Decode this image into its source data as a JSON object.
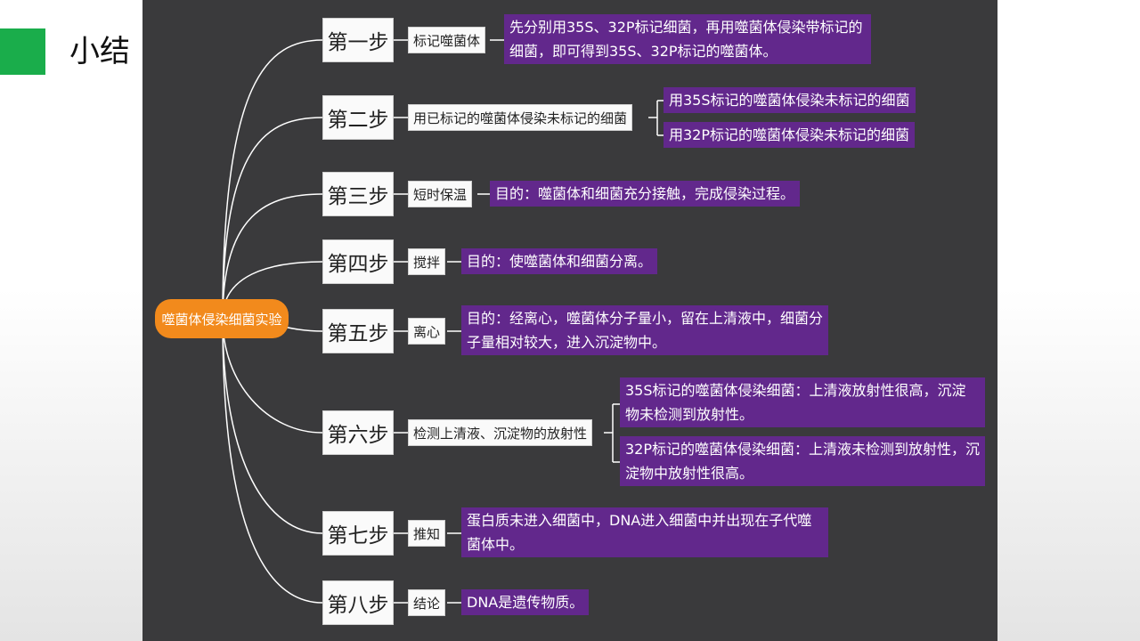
{
  "slide_title": "小结",
  "colors": {
    "accent_green": "#1aad4b",
    "root_orange": "#f28a1c",
    "note_purple": "#62288c",
    "panel": "#3a3a3c"
  },
  "mindmap": {
    "root": "噬菌体侵染细菌实验",
    "steps": [
      {
        "label": "第一步",
        "action": "标记噬菌体",
        "notes": [
          "先分别用35S、32P标记细菌，再用噬菌体侵染带标记的细菌，即可得到35S、32P标记的噬菌体。"
        ]
      },
      {
        "label": "第二步",
        "action": "用已标记的噬菌体侵染未标记的细菌",
        "notes": [
          "用35S标记的噬菌体侵染未标记的细菌",
          "用32P标记的噬菌体侵染未标记的细菌"
        ]
      },
      {
        "label": "第三步",
        "action": "短时保温",
        "notes": [
          "目的：噬菌体和细菌充分接触，完成侵染过程。"
        ]
      },
      {
        "label": "第四步",
        "action": "搅拌",
        "notes": [
          "目的：使噬菌体和细菌分离。"
        ]
      },
      {
        "label": "第五步",
        "action": "离心",
        "notes": [
          "目的：经离心，噬菌体分子量小，留在上清液中，细菌分子量相对较大，进入沉淀物中。"
        ]
      },
      {
        "label": "第六步",
        "action": "检测上清液、沉淀物的放射性",
        "notes": [
          "35S标记的噬菌体侵染细菌：上清液放射性很高，沉淀物未检测到放射性。",
          "32P标记的噬菌体侵染细菌：上清液未检测到放射性，沉淀物中放射性很高。"
        ]
      },
      {
        "label": "第七步",
        "action": "推知",
        "notes": [
          "蛋白质未进入细菌中，DNA进入细菌中并出现在子代噬菌体中。"
        ]
      },
      {
        "label": "第八步",
        "action": "结论",
        "notes": [
          "DNA是遗传物质。"
        ]
      }
    ]
  }
}
